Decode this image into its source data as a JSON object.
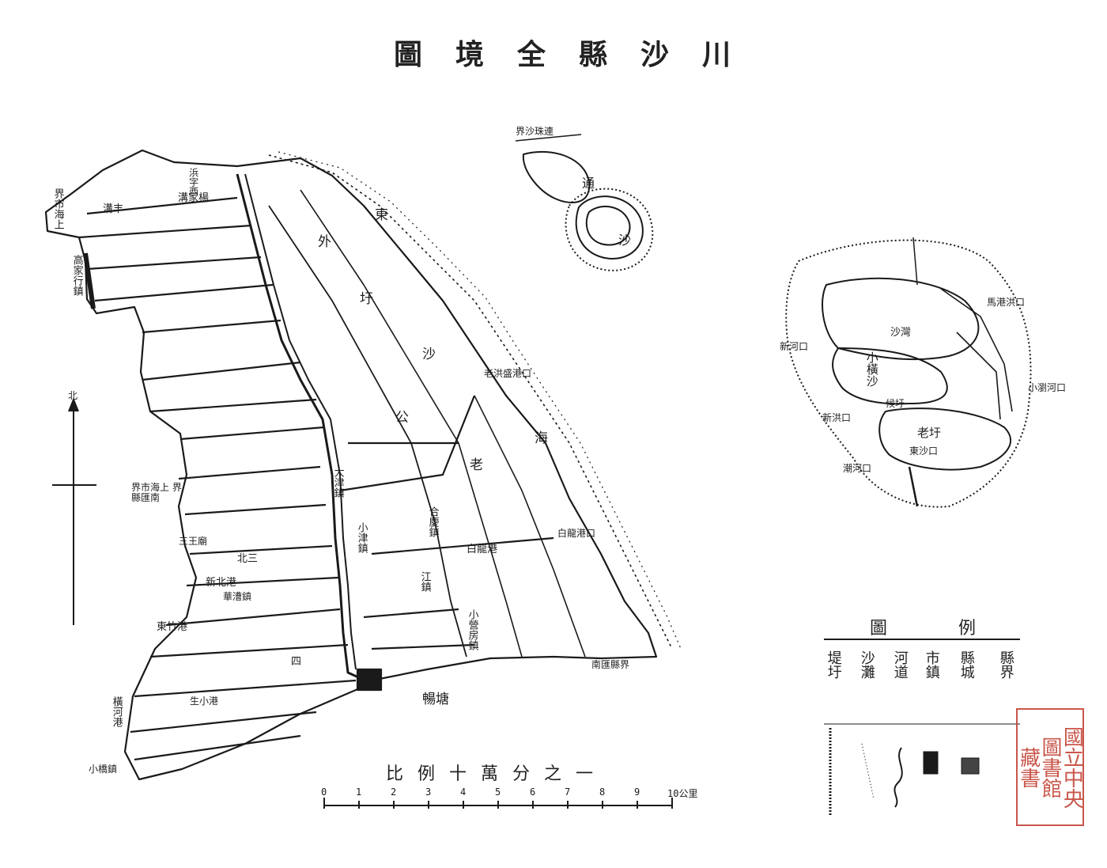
{
  "title": "圖境全縣沙川",
  "map": {
    "places": [
      {
        "id": "shanghai-city-boundary-top",
        "text": "界市海上"
      },
      {
        "id": "xiyibang",
        "text": "浜字西"
      },
      {
        "id": "yangjiagou",
        "text": "溝家楊"
      },
      {
        "id": "fenggou",
        "text": "溝丰"
      },
      {
        "id": "gaoqiaozhen",
        "text": "高家行鎮"
      },
      {
        "id": "dong",
        "text": "東"
      },
      {
        "id": "wai",
        "text": "外"
      },
      {
        "id": "yu",
        "text": "圩"
      },
      {
        "id": "sha",
        "text": "沙"
      },
      {
        "id": "gong",
        "text": "公"
      },
      {
        "id": "lao",
        "text": "老"
      },
      {
        "id": "hai",
        "text": "海"
      },
      {
        "id": "shanghai-nanhui-boundary",
        "text": "界市海上 界縣匯南"
      },
      {
        "id": "dazhen",
        "text": "大津鎮"
      },
      {
        "id": "xiaozhen",
        "text": "小津鎮"
      },
      {
        "id": "heqing",
        "text": "合慶鎮"
      },
      {
        "id": "bailonggang",
        "text": "白龍港"
      },
      {
        "id": "bailonggang-mouth",
        "text": "白龍港口"
      },
      {
        "id": "laohonggang",
        "text": "老洪盛港口"
      },
      {
        "id": "nanhui-boundary",
        "text": "南匯縣界"
      },
      {
        "id": "xiaopengzhen",
        "text": "小營房鎮"
      },
      {
        "id": "jiangzhen",
        "text": "江鎮"
      },
      {
        "id": "huashou",
        "text": "華漕鎮"
      },
      {
        "id": "yangchangtang",
        "text": "暢塘"
      },
      {
        "id": "xiaoqiaozhen",
        "text": "小橋鎮"
      },
      {
        "id": "henggang",
        "text": "橫河港"
      },
      {
        "id": "sanzhen",
        "text": "三王廟"
      },
      {
        "id": "xinbeigang",
        "text": "新北港"
      },
      {
        "id": "dongzhugang",
        "text": "東竹港"
      },
      {
        "id": "sichen",
        "text": "四"
      },
      {
        "id": "beisanban",
        "text": "北三"
      },
      {
        "id": "shengxiaogang",
        "text": "生小港"
      }
    ],
    "compass_label": "北",
    "inset_top": {
      "places": [
        {
          "id": "lianzhusha-boundary",
          "text": "界沙珠連"
        },
        {
          "id": "tong",
          "text": "通"
        },
        {
          "id": "jiashan",
          "text": "沙"
        }
      ]
    },
    "inset_right": {
      "places": [
        {
          "id": "mahong",
          "text": "馬港洪口"
        },
        {
          "id": "shawan",
          "text": "沙灣"
        },
        {
          "id": "xiaoheng",
          "text": "小橫沙"
        },
        {
          "id": "xiaoheng-mouth",
          "text": "小瀏河口"
        },
        {
          "id": "laohong",
          "text": "老圩"
        },
        {
          "id": "chaohe",
          "text": "潮河口"
        },
        {
          "id": "xinlong",
          "text": "新洪口"
        },
        {
          "id": "xinhe",
          "text": "新河口"
        },
        {
          "id": "dongsha",
          "text": "東沙口"
        },
        {
          "id": "houyu",
          "text": "候圩"
        }
      ]
    }
  },
  "scale": {
    "title": "比例十萬分之一",
    "ticks": [
      "0",
      "1",
      "2",
      "3",
      "4",
      "5",
      "6",
      "7",
      "8",
      "9",
      "10公里"
    ]
  },
  "legend": {
    "header": "圖例",
    "items": [
      "縣界",
      "縣城",
      "市鎮",
      "河道",
      "沙灘",
      "堤圩"
    ]
  },
  "seal": {
    "lines": [
      "國立中央",
      "圖書館",
      "藏書"
    ]
  },
  "colors": {
    "ink": "#1a1a1a",
    "seal": "#c0392b",
    "paper": "#ffffff"
  }
}
